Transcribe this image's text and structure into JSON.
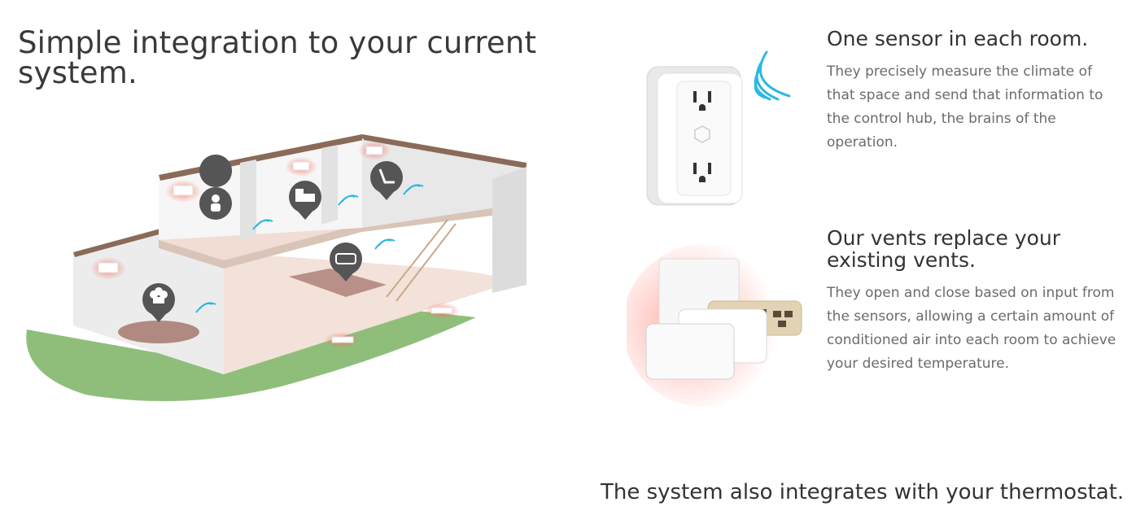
{
  "headline": "Simple integration to your current system.",
  "features": [
    {
      "title": "One sensor in each room.",
      "body": "They precisely measure the climate of that space and send that information to the control hub, the brains of the operation.",
      "image_icon": "smart-outlet-sensor-icon"
    },
    {
      "title": "Our vents replace your existing vents.",
      "body": "They open and close based on input from the sensors, allowing a certain amount of conditioned air into each room to achieve your desired temperature.",
      "image_icon": "smart-vent-icon"
    }
  ],
  "footer": "The system also integrates with your thermostat.",
  "illustration": {
    "room_icons": [
      "baby-icon",
      "bed-icon",
      "chair-icon",
      "sofa-icon",
      "chef-hat-icon"
    ]
  },
  "colors": {
    "text_dark": "#333333",
    "text_muted": "#6b6b6b",
    "grass": "#8fbe7a",
    "wall_trim": "#8a6a58",
    "floor": "#f1ddd3",
    "vent_glow": "#ff6a5a",
    "signal": "#2cb8e0",
    "pin": "#555555"
  }
}
